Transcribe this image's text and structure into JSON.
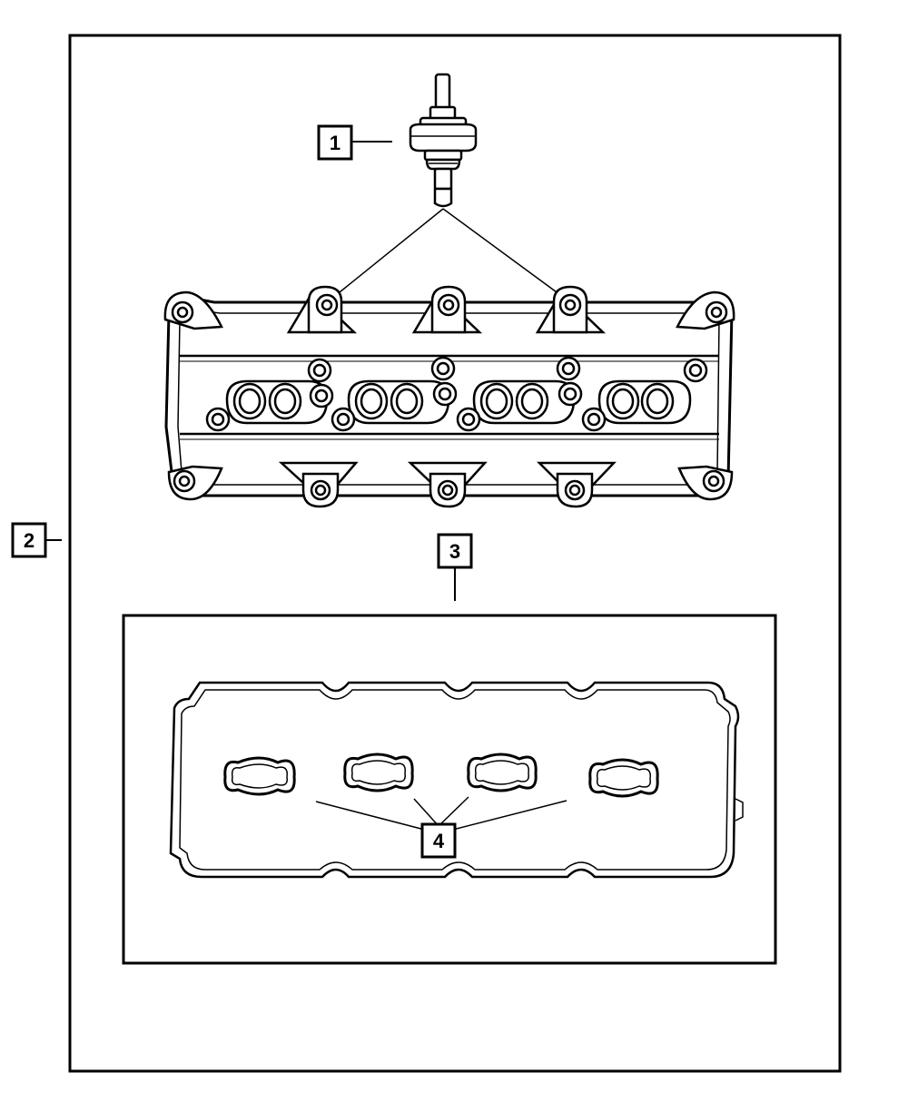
{
  "diagram": {
    "callouts": {
      "c1": "1",
      "c2": "2",
      "c3": "3",
      "c4": "4"
    },
    "colors": {
      "line": "#000000",
      "background": "#ffffff",
      "shade": "#d9d9d9"
    },
    "icons": {
      "pcv_valve": "pcv-valve-icon",
      "valve_cover": "valve-cover-icon",
      "gasket": "valve-cover-gasket-icon",
      "spark_plug_seal": "spark-plug-tube-seal-icon"
    }
  }
}
